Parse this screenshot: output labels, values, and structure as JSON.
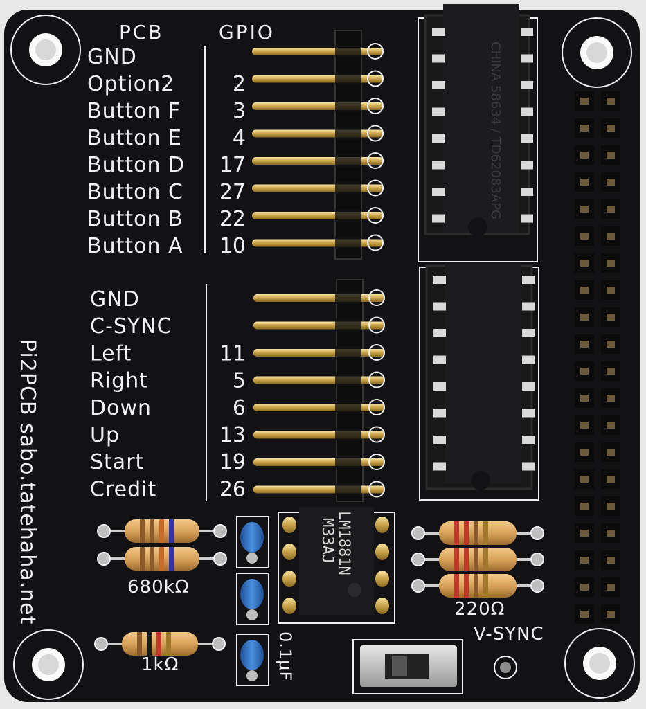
{
  "board": {
    "header_pcb": "PCB",
    "header_gpio": "GPIO",
    "side_text": "Pi2PCB sabo.tatehaha.net",
    "resistor_top_label": "680kΩ",
    "resistor_bottom_label": "1kΩ",
    "resistor_right_label": "220Ω",
    "cap_label": "0.1μF",
    "vsync_label": "V-SYNC",
    "ic_small_line1": "M33AJ",
    "ic_small_line2": "LM1881N",
    "ic_big_marking": "CHINA 58634 / TD62083APG"
  },
  "pins_top": [
    {
      "label": "GND",
      "gpio": ""
    },
    {
      "label": "Option2",
      "gpio": "2"
    },
    {
      "label": "Button F",
      "gpio": "3"
    },
    {
      "label": "Button E",
      "gpio": "4"
    },
    {
      "label": "Button D",
      "gpio": "17"
    },
    {
      "label": "Button C",
      "gpio": "27"
    },
    {
      "label": "Button B",
      "gpio": "22"
    },
    {
      "label": "Button A",
      "gpio": "10"
    }
  ],
  "pins_bottom": [
    {
      "label": "GND",
      "gpio": ""
    },
    {
      "label": "C-SYNC",
      "gpio": ""
    },
    {
      "label": "Left",
      "gpio": "11"
    },
    {
      "label": "Right",
      "gpio": "5"
    },
    {
      "label": "Down",
      "gpio": "6"
    },
    {
      "label": "Up",
      "gpio": "13"
    },
    {
      "label": "Start",
      "gpio": "19"
    },
    {
      "label": "Credit",
      "gpio": "26"
    }
  ],
  "colors": {
    "pcb": "#121214",
    "silkscreen": "#eef0f4",
    "gold": "#d8b45a",
    "resistor_body": "#d9a35a",
    "capacitor": "#2f6fc0",
    "chip": "#1a1a1c"
  }
}
